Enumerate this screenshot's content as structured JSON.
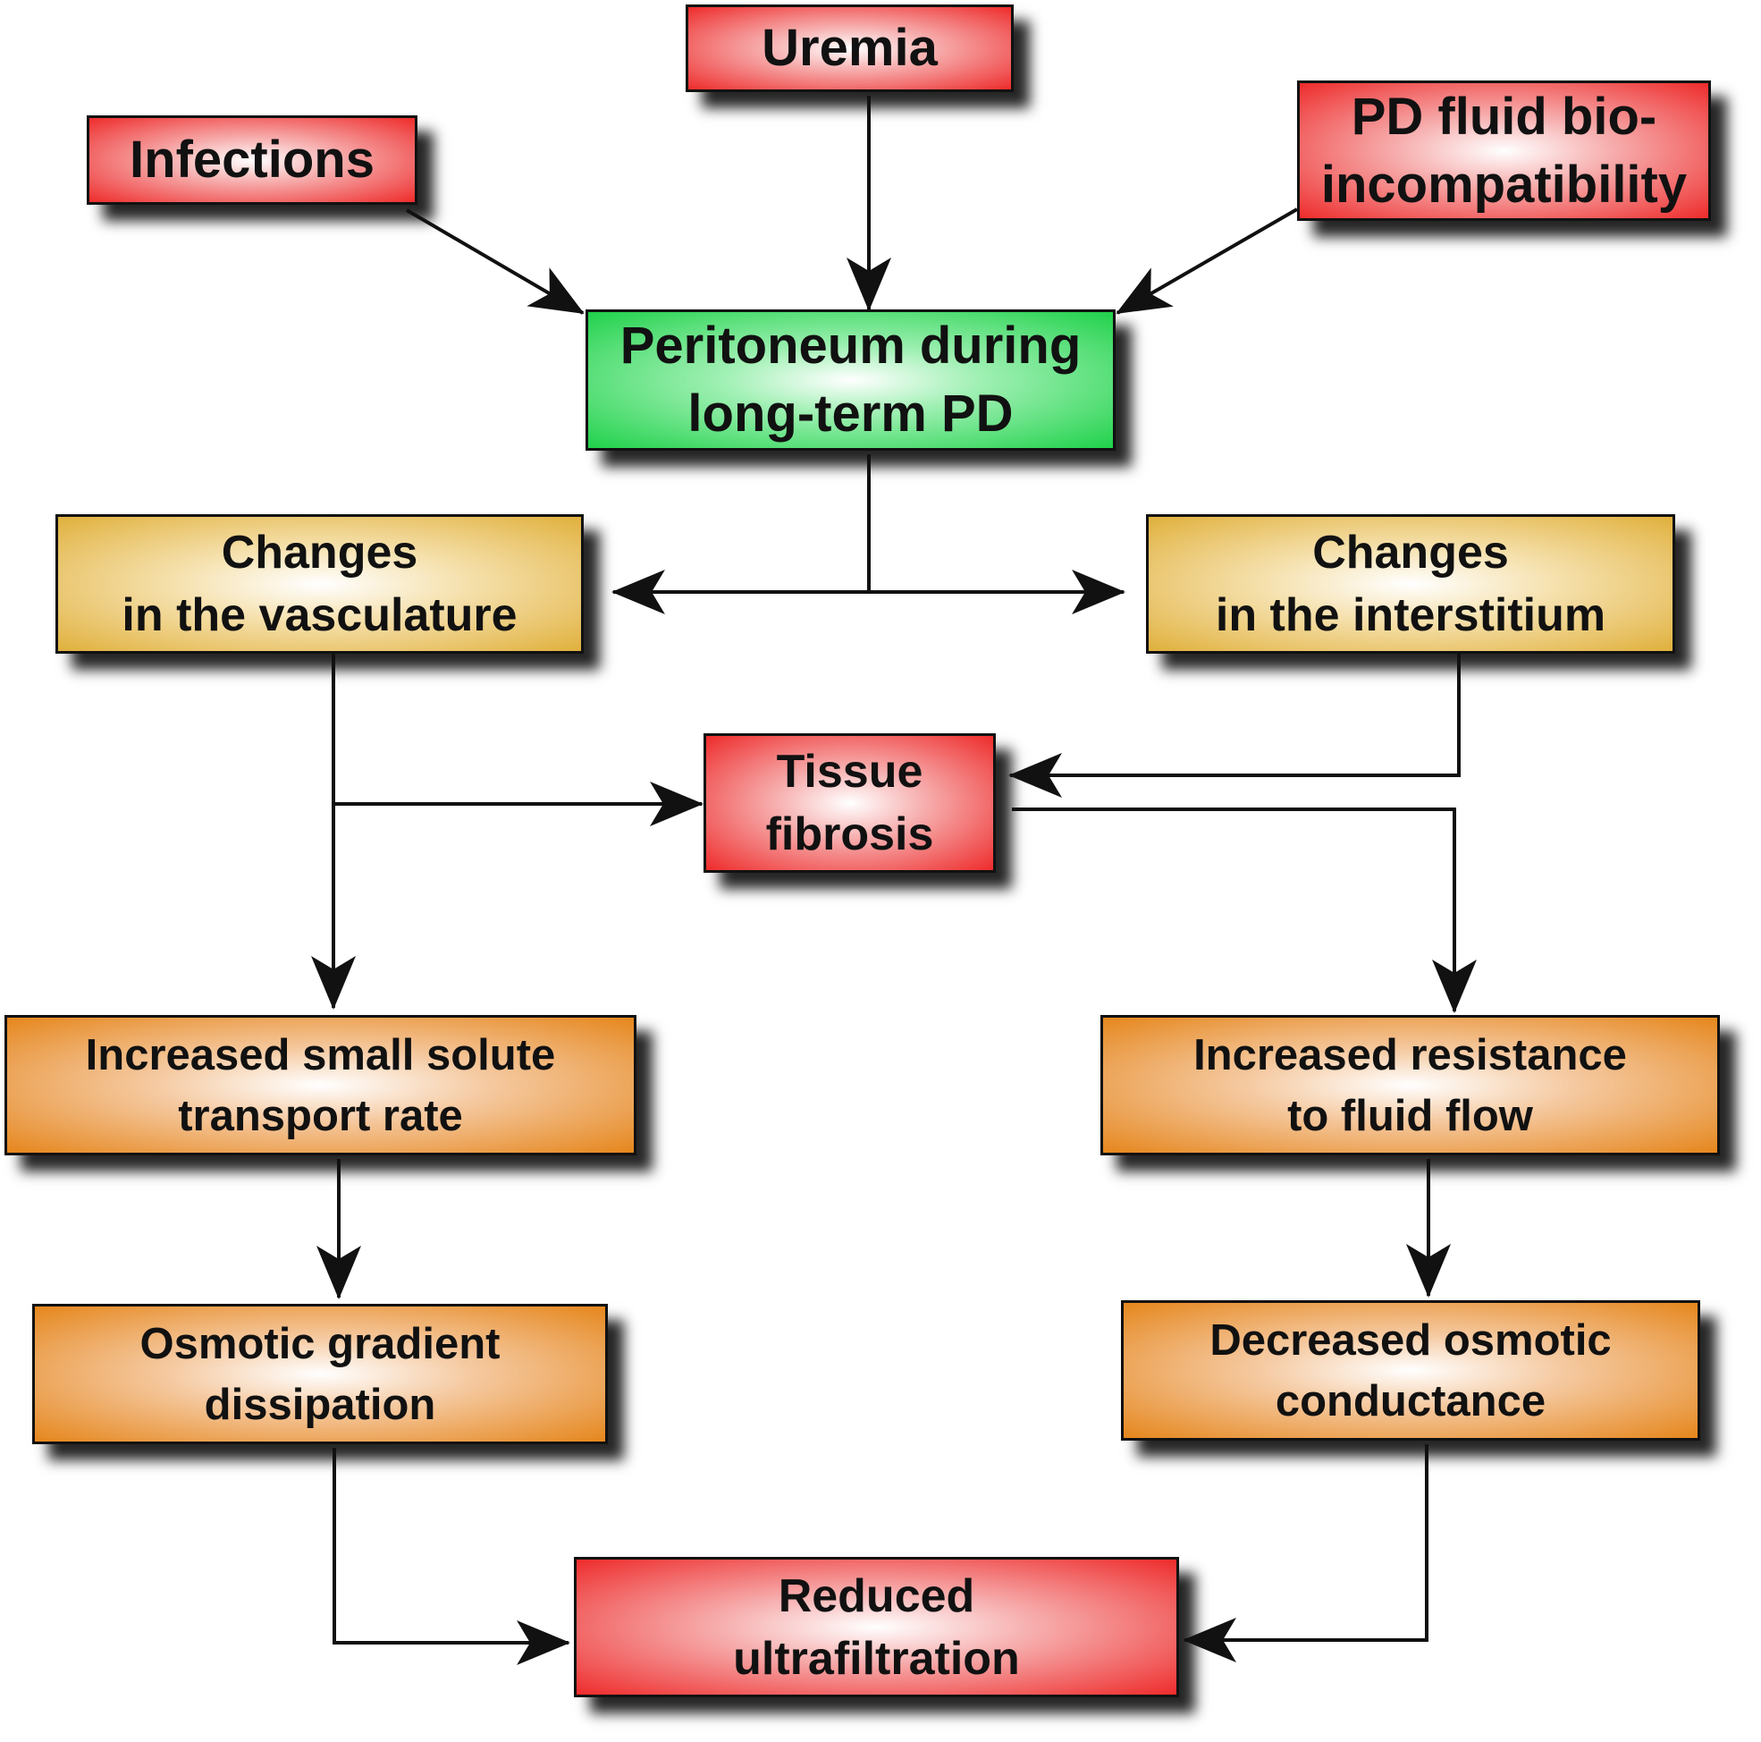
{
  "nodes": {
    "uremia": "Uremia",
    "infections": "Infections",
    "pd_fluid": "PD fluid bio-\nincompatibility",
    "peritoneum": "Peritoneum during\nlong-term PD",
    "vasculature": "Changes\nin the vasculature",
    "interstitium": "Changes\nin the interstitium",
    "fibrosis": "Tissue\nfibrosis",
    "solute_transport": "Increased small solute\ntransport rate",
    "fluid_resistance": "Increased resistance\nto fluid flow",
    "osmotic_gradient": "Osmotic gradient\ndissipation",
    "osmotic_conductance": "Decreased osmotic\nconductance",
    "ultrafiltration": "Reduced\nultrafiltration"
  },
  "colors": {
    "cause": "#ee2b2b",
    "central": "#1fd14a",
    "change": "#e0b03c",
    "effect": "#e5861c",
    "line": "#111111"
  }
}
